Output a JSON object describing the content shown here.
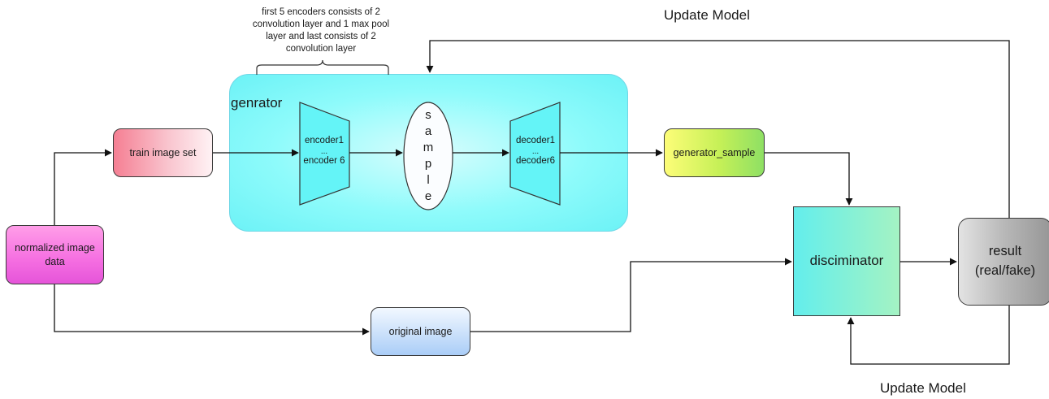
{
  "nodes": {
    "normalized": "normalized image data",
    "train": "train image set",
    "original": "original image",
    "generator_title": "genrator",
    "encoder": {
      "first": "encoder1",
      "dots": "...",
      "last": "encoder 6"
    },
    "sample_letters": [
      "s",
      "a",
      "m",
      "p",
      "l",
      "e"
    ],
    "decoder": {
      "first": "decoder1",
      "dots": "...",
      "last": "decoder6"
    },
    "generator_sample": "generator_sample",
    "discriminator": "disciminator",
    "result": {
      "line1": "result",
      "line2": "(real/fake)"
    }
  },
  "annotations": {
    "encoder_note": "first 5 encoders consists of 2 convolution layer and 1 max pool layer and last consists of 2 convolution layer",
    "update_top": "Update Model",
    "update_bottom": "Update Model"
  },
  "colors": {
    "generator_fill": "#6cf2f6",
    "train_fill": "#f57f93",
    "normalized_fill": "#f56ee1",
    "original_fill": "#aacdf7",
    "generator_sample_fill": "#c6f057",
    "discriminator_fill": "#63eeec",
    "result_fill": "#b7b7b7"
  }
}
